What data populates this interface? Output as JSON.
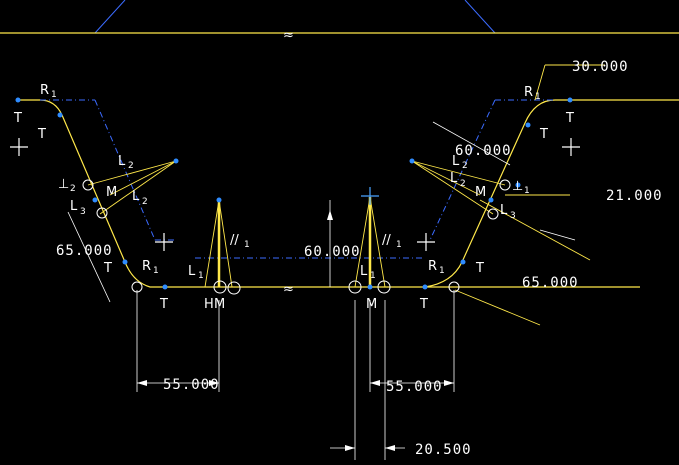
{
  "dimensions": {
    "d1": "30.000",
    "d2": "60.000",
    "d3": "21.000",
    "d4": "65.000",
    "d5": "65.000",
    "d6": "60.000",
    "d7": "55.000",
    "d8": "55.000",
    "d9": "20.500"
  },
  "constraints": {
    "r": "R",
    "t": "T",
    "l": "L",
    "m": "M",
    "h": "H",
    "parallel": "//",
    "perp": "⊥",
    "sub1": "1",
    "sub2": "2",
    "sub3": "3",
    "break": "≈"
  },
  "colors": {
    "geometry": "#ffe84a",
    "centerline": "#3b6bff",
    "vertex": "#2f8cff",
    "dimension": "#ffffff",
    "background": "#000000"
  }
}
